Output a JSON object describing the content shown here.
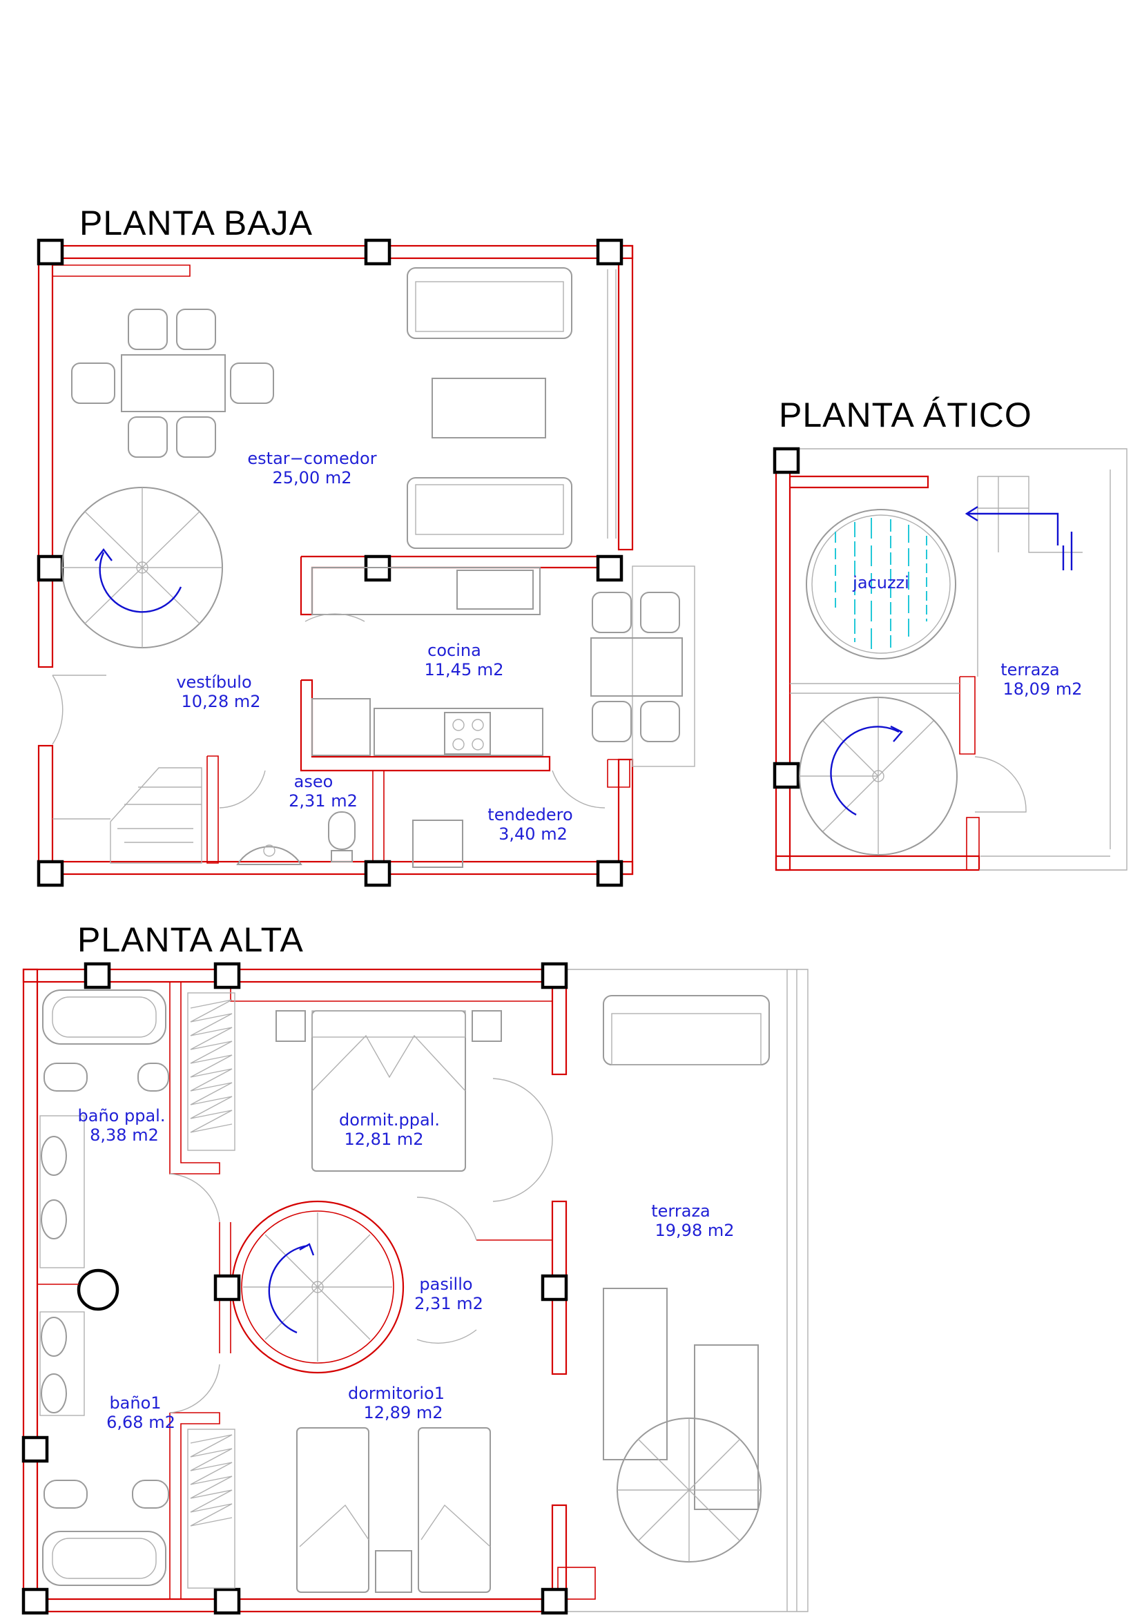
{
  "titles": {
    "planta_baja": "PLANTA  BAJA",
    "planta_atico": "PLANTA  ÁTICO",
    "planta_alta": "PLANTA  ALTA"
  },
  "rooms": {
    "estar_comedor": {
      "name": "estar−comedor",
      "area": "25,00  m2"
    },
    "cocina": {
      "name": "cocina",
      "area": "11,45  m2"
    },
    "vestibulo": {
      "name": "vestíbulo",
      "area": "10,28  m2"
    },
    "aseo": {
      "name": "aseo",
      "area": "2,31  m2"
    },
    "tendedero": {
      "name": "tendedero",
      "area": "3,40  m2"
    },
    "jacuzzi": {
      "name": "jacuzzi"
    },
    "terraza_atico": {
      "name": "terraza",
      "area": "18,09  m2"
    },
    "bano_ppal": {
      "name": "baño  ppal.",
      "area": "8,38  m2"
    },
    "dormit_ppal": {
      "name": "dormit.ppal.",
      "area": "12,81  m2"
    },
    "terraza_alta": {
      "name": "terraza",
      "area": "19,98  m2"
    },
    "pasillo": {
      "name": "pasillo",
      "area": "2,31  m2"
    },
    "bano1": {
      "name": "baño1",
      "area": "6,68  m2"
    },
    "dormitorio1": {
      "name": "dormitorio1",
      "area": "12,89  m2"
    }
  },
  "colors": {
    "walls": "#d40000",
    "furniture": "#9a9a9a",
    "pillars": "#000000",
    "labels": "#1f1fd6",
    "stair_arrows": "#1010d0",
    "water": "#22c8d8"
  }
}
